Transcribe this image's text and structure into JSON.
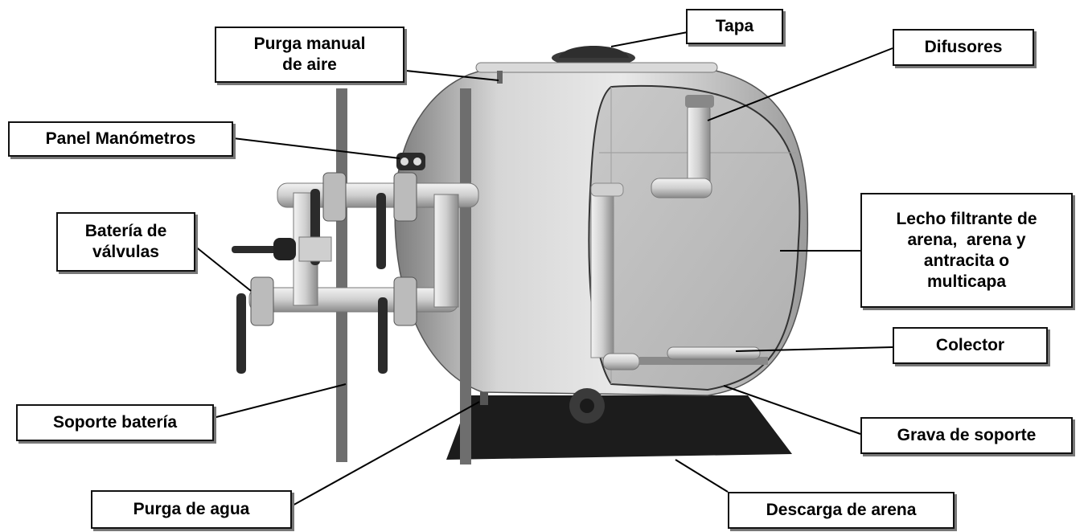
{
  "diagram": {
    "labels": {
      "tapa": "Tapa",
      "purga_aire": [
        "Purga manual",
        "de aire"
      ],
      "difusores": "Difusores",
      "panel_manometros": "Panel Manómetros",
      "bateria_valvulas": [
        "Batería de",
        "válvulas"
      ],
      "lecho_filtrante": [
        "Lecho filtrante de",
        "arena,  arena y",
        "antracita o",
        "multicapa"
      ],
      "colector": "Colector",
      "soporte_bateria": "Soporte batería",
      "grava_soporte": "Grava de soporte",
      "purga_agua": "Purga de agua",
      "descarga_arena": "Descarga de arena"
    }
  }
}
